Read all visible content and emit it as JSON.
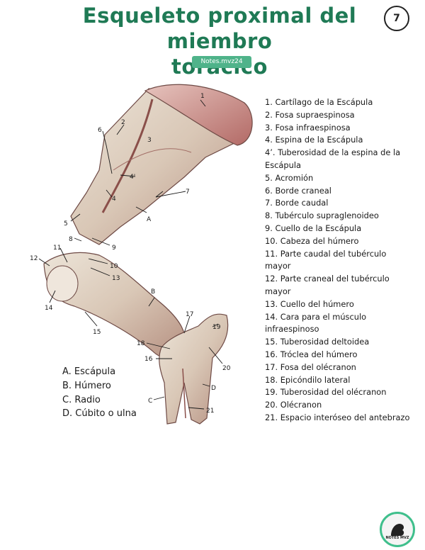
{
  "header": {
    "title_line1": "Esqueleto proximal del miembro",
    "title_line2": "torácico",
    "page_number": "7",
    "badge": "Notes.mvz24"
  },
  "figure_labels": {
    "n1": "1",
    "n2": "2",
    "n3": "3",
    "n4": "4",
    "n4p": "4'",
    "n5": "5",
    "n6": "6",
    "n7": "7",
    "n8": "8",
    "n9": "9",
    "n10": "10",
    "n11": "11",
    "n12": "12",
    "n13": "13",
    "n14": "14",
    "n15": "15",
    "n16": "16",
    "n17": "17",
    "n18": "18",
    "n19": "19",
    "n20": "20",
    "n21": "21",
    "A": "A",
    "B": "B",
    "C": "C",
    "D": "D"
  },
  "legend_numbers": [
    "1. Cartílago de la Escápula",
    "2. Fosa supraespinosa",
    "3. Fosa infraespinosa",
    "4. Espina de la Escápula",
    "4’. Tuberosidad de la espina de la",
    "Escápula",
    "5. Acromión",
    "6. Borde craneal",
    "7. Borde caudal",
    "8. Tubérculo supraglenoideo",
    "9. Cuello de la Escápula",
    "10. Cabeza del húmero",
    "11. Parte caudal del tubérculo",
    "mayor",
    "12. Parte craneal del tubérculo",
    "mayor",
    "13. Cuello del húmero",
    "14. Cara para el músculo",
    "infraespinoso",
    "15. Tuberosidad deltoidea",
    "16. Tróclea del húmero",
    "17. Fosa del olécranon",
    "18. Epicóndilo lateral",
    "19. Tuberosidad del olécranon",
    "20. Olécranon",
    "21. Espacio interóseo del antebrazo"
  ],
  "legend_letters": [
    "A. Escápula",
    "B. Húmero",
    "C. Radio",
    "D. Cúbito o ulna"
  ],
  "logo_text": "NOTES MVZ"
}
